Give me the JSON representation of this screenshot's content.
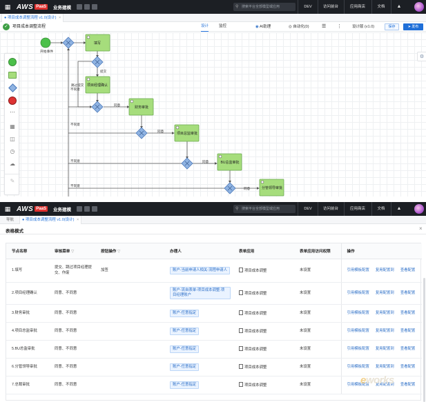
{
  "topbar": {
    "brand": "AWS",
    "brand_badge": "PaaS",
    "app_name": "业务建模",
    "search_placeholder": "搜索平台全部模型或应用",
    "env": "DEV",
    "items": [
      "访问前台",
      "应用商店",
      "文档"
    ]
  },
  "tabs": {
    "nav": "导航",
    "active": "项目成本调整流程 v1.0(设计)"
  },
  "toolbar": {
    "process_title": "项目成本调整流程",
    "tab_design": "设计",
    "tab_monitor": "监控",
    "ai": "AI助理",
    "automation": "自动化(0)",
    "version": "设计版 (v1.0)",
    "save": "保存",
    "publish": "发布"
  },
  "diagram": {
    "start_label": "开始事件",
    "tasks": [
      "填写",
      "项目经理确认",
      "财务审批",
      "项目总监审批",
      "BU总监审批",
      "分管领导审批"
    ],
    "flow_labels": {
      "submit": "提交",
      "skip_submit": "跳过提交",
      "disagree": "不同意",
      "agree": "同意"
    }
  },
  "modal": {
    "title": "表格模式",
    "columns": [
      "节点名称",
      "审核菜单",
      "按钮操作",
      "办理人",
      "表单应用",
      "表单应用访问权限",
      "操作"
    ],
    "ops": [
      "引用模板配置",
      "复用配置到",
      "查看配置"
    ],
    "rows": [
      {
        "name": "1.填写",
        "menu": "提交、跳过项目经理提交、作废",
        "button": "加签",
        "handler": "账户-当前申请人相关-流程申请人",
        "form": "项目成本调整",
        "perm": "未设置"
      },
      {
        "name": "2.项目经理确认",
        "menu": "同意、不同意",
        "button": "",
        "handler": "账户-流自表单-项目成本调整.项目经理账户",
        "form": "项目成本调整",
        "perm": "未设置"
      },
      {
        "name": "3.财务审批",
        "menu": "同意、不同意",
        "button": "",
        "handler": "账户-任意指定",
        "form": "项目成本调整",
        "perm": "未设置"
      },
      {
        "name": "4.项目总监审批",
        "menu": "同意、不同意",
        "button": "",
        "handler": "账户-任意指定",
        "form": "项目成本调整",
        "perm": "未设置"
      },
      {
        "name": "5.BU总监审批",
        "menu": "同意、不同意",
        "button": "",
        "handler": "账户-任意指定",
        "form": "项目成本调整",
        "perm": "未设置"
      },
      {
        "name": "6.分管领导审批",
        "menu": "同意、不同意",
        "button": "",
        "handler": "账户-任意指定",
        "form": "项目成本调整",
        "perm": "未设置"
      },
      {
        "name": "7.总裁审批",
        "menu": "同意、不同意",
        "button": "",
        "handler": "账户-任意指定",
        "form": "项目成本调整",
        "perm": "未设置"
      }
    ]
  },
  "watermark": {
    "prefix": "e",
    "suffix": "works"
  },
  "colors": {
    "topbar": "#1c1f24",
    "accent": "#1f6fd8",
    "task_fill": "#a6dd7c",
    "gateway": "#8fb3e2",
    "start": "#4cc04a"
  }
}
